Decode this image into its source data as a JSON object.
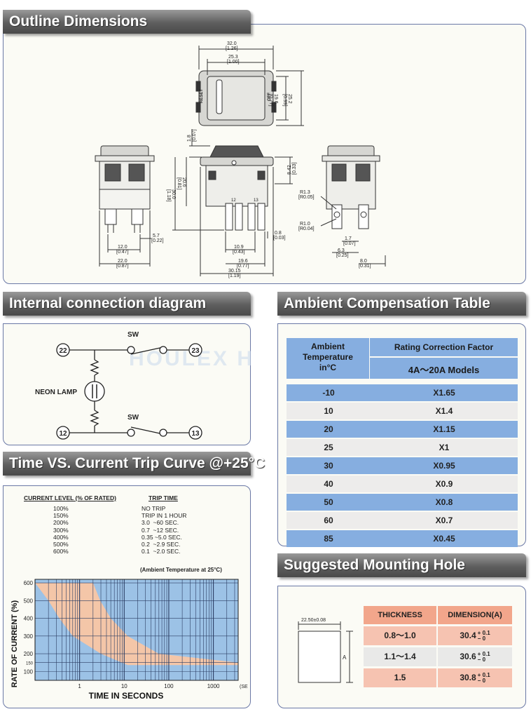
{
  "outline": {
    "title": "Outline Dimensions",
    "top_view": {
      "d1": "32.0",
      "d1_in": "[1.26]",
      "d2": "25.3",
      "d2_in": "[1.00]",
      "d3": "19.6",
      "d3_in": "[0.77]",
      "d4": "25.2",
      "d4_in": "[0.99]",
      "reset": "RESET",
      "off": "OFF"
    },
    "left_view": {
      "d1": "5.7",
      "d1_in": "[0.22]",
      "d2": "12.0",
      "d2_in": "[0.47]",
      "d3": "22.0",
      "d3_in": "[0.87]"
    },
    "front_view": {
      "d1": "1.8",
      "d1_in": "[0.07]",
      "d2": "20.6",
      "d2_in": "[0.81]",
      "d3": "30.0",
      "d3_in": "[1.18]",
      "d4": "8.42",
      "d4_in": "[0.33]",
      "d5": "0.8",
      "d5_in": "[0.03]",
      "d6": "10.9",
      "d6_in": "[0.43]",
      "d7": "19.6",
      "d7_in": "[0.77]",
      "d8": "30.15",
      "d8_in": "[1.19]",
      "t1": "12",
      "t2": "13"
    },
    "right_view": {
      "r1": "R1.3",
      "r1_in": "[R0.05]",
      "r2": "R1.0",
      "r2_in": "[R0.04]",
      "d1": "1.7",
      "d1_in": "[0.07]",
      "d2": "6.3",
      "d2_in": "[0.25]",
      "d3": "8.0",
      "d3_in": "[0.31]"
    }
  },
  "internal": {
    "title": "Internal connection diagram",
    "sw_top": "SW",
    "sw_bottom": "SW",
    "neon": "NEON LAMP",
    "t22": "22",
    "t23": "23",
    "t12": "12",
    "t13": "13",
    "watermark": "HOULEX HOULEX"
  },
  "trip": {
    "title": "Time VS. Current Trip Curve @+25°C",
    "col_level": "CURRENT LEVEL (% OF RATED)",
    "col_time": "TRIP TIME",
    "rows": [
      {
        "level": "100%",
        "time": "NO TRIP"
      },
      {
        "level": "150%",
        "time": "TRIP IN 1 HOUR"
      },
      {
        "level": "200%",
        "time": "3.0  ~60 SEC."
      },
      {
        "level": "300%",
        "time": "0.7  ~12 SEC."
      },
      {
        "level": "400%",
        "time": "0.35 ~5.0 SEC."
      },
      {
        "level": "500%",
        "time": "0.2  ~2.9 SEC."
      },
      {
        "level": "600%",
        "time": "0.1  ~2.0 SEC."
      }
    ],
    "ambient_note": "(Ambient Temperature at 25°C)"
  },
  "chart_data": {
    "type": "area",
    "title": "",
    "xlabel": "TIME IN SECONDS",
    "ylabel": "RATE OF CURRENT (%)",
    "x_scale": "log",
    "x_unit": "(SEC)",
    "x_ticks": [
      "1",
      "10",
      "100",
      "1000"
    ],
    "y_ticks": [
      "100",
      "150",
      "200",
      "300",
      "400",
      "500",
      "600"
    ],
    "xlim": [
      0.1,
      3600
    ],
    "ylim": [
      50,
      620
    ],
    "grid": true,
    "band": {
      "name": "trip band",
      "current": [
        600,
        500,
        400,
        300,
        200,
        150
      ],
      "min_time": [
        0.1,
        0.2,
        0.35,
        0.7,
        3.0,
        3600
      ],
      "max_time": [
        2.0,
        2.9,
        5.0,
        12,
        60,
        3600
      ]
    },
    "colors": {
      "band": "#f4c6a8",
      "background": "#9cc2e6",
      "grid": "#2b3d63"
    }
  },
  "ambient": {
    "title": "Ambient Compensation Table",
    "col1": [
      "Ambient",
      "Temperature",
      "in°C"
    ],
    "col2": "Rating Correction Factor",
    "col2_sub": "4A～20A Models",
    "rows": [
      {
        "t": "-10",
        "f": "X1.65"
      },
      {
        "t": "10",
        "f": "X1.4"
      },
      {
        "t": "20",
        "f": "X1.15"
      },
      {
        "t": "25",
        "f": "X1"
      },
      {
        "t": "30",
        "f": "X0.95"
      },
      {
        "t": "40",
        "f": "X0.9"
      },
      {
        "t": "50",
        "f": "X0.8"
      },
      {
        "t": "60",
        "f": "X0.7"
      },
      {
        "t": "85",
        "f": "X0.45"
      }
    ]
  },
  "mounting": {
    "title": "Suggested Mounting Hole",
    "width_label": "22.50±0.08",
    "a_label": "A",
    "col1": "THICKNESS",
    "col2": "DIMENSION(A)",
    "tol_plus": "+ 0.1",
    "tol_minus": "− 0",
    "rows": [
      {
        "thick": "0.8～1.0",
        "dim": "30.4"
      },
      {
        "thick": "1.1～1.4",
        "dim": "30.6"
      },
      {
        "thick": "1.5",
        "dim": "30.8"
      }
    ]
  }
}
